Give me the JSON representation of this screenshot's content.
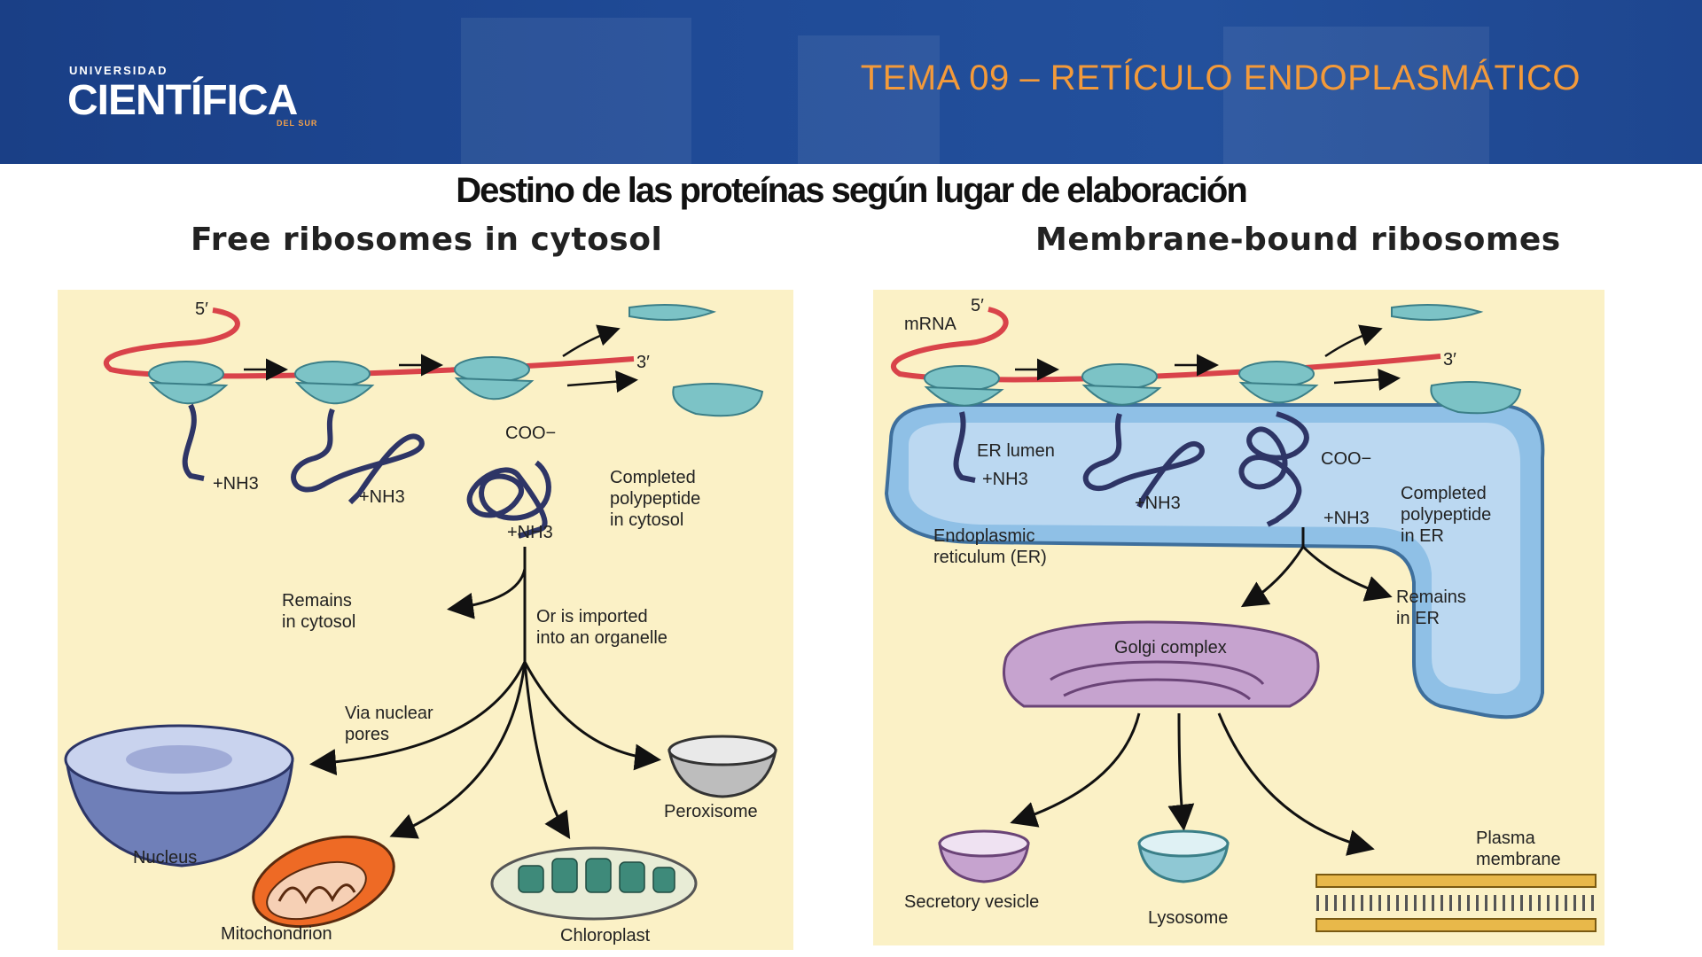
{
  "header": {
    "logo_small": "UNIVERSIDAD",
    "logo_name": "CIENTÍFICA",
    "logo_sub": "DEL SUR",
    "title": "TEMA 09 – RETÍCULO ENDOPLASMÁTICO",
    "title_color": "#f39a3a",
    "background_color": "#1f4a96"
  },
  "slide_subtitle": "Destino de las proteínas según lugar de elaboración",
  "left_panel": {
    "title": "Free ribosomes in cytosol",
    "five_prime": "5′",
    "three_prime": "3′",
    "nh3_1": "+NH3",
    "nh3_2": "+NH3",
    "nh3_3": "+NH3",
    "coo": "COO−",
    "completed_1": "Completed",
    "completed_2": "polypeptide",
    "completed_3": "in cytosol",
    "remains_1": "Remains",
    "remains_2": "in cytosol",
    "imported_1": "Or is imported",
    "imported_2": "into an organelle",
    "nuclear_1": "Via nuclear",
    "nuclear_2": "pores",
    "nucleus": "Nucleus",
    "peroxisome": "Peroxisome",
    "mitochondrion": "Mitochondrion",
    "chloroplast": "Chloroplast"
  },
  "right_panel": {
    "title": "Membrane-bound ribosomes",
    "mrna": "mRNA",
    "five_prime": "5′",
    "three_prime": "3′",
    "er_lumen": "ER lumen",
    "nh3_1": "+NH3",
    "nh3_2": "+NH3",
    "nh3_3": "+NH3",
    "coo": "COO−",
    "completed_1": "Completed",
    "completed_2": "polypeptide",
    "completed_3": "in ER",
    "er_1": "Endoplasmic",
    "er_2": "reticulum (ER)",
    "remains_1": "Remains",
    "remains_2": "in ER",
    "golgi": "Golgi complex",
    "secretory": "Secretory vesicle",
    "lysosome": "Lysosome",
    "plasma_1": "Plasma",
    "plasma_2": "membrane"
  },
  "colors": {
    "panel_bg": "#fbf1c6",
    "ribosome": "#7cc3c6",
    "mrna": "#d9434a",
    "polypeptide": "#2e3566",
    "er": "#8fc0e6",
    "golgi": "#c6a3cf",
    "mitochondrion": "#ee6a25"
  }
}
